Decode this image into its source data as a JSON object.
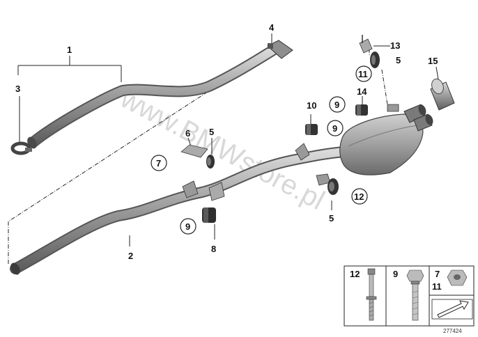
{
  "labels": {
    "l1": "1",
    "l2": "2",
    "l3": "3",
    "l4": "4",
    "l5a": "5",
    "l5b": "5",
    "l5c": "5",
    "l6": "6",
    "l7": "7",
    "l8": "8",
    "l9a": "9",
    "l9b": "9",
    "l9c": "9",
    "l10": "10",
    "l11": "11",
    "l12": "12",
    "l13": "13",
    "l14": "14",
    "l15": "15"
  },
  "legend": {
    "col1": "12",
    "col2": "9",
    "col3a": "7",
    "col3b": "11"
  },
  "watermark": "www.BMWstore.pl",
  "diagram_number": "277424"
}
